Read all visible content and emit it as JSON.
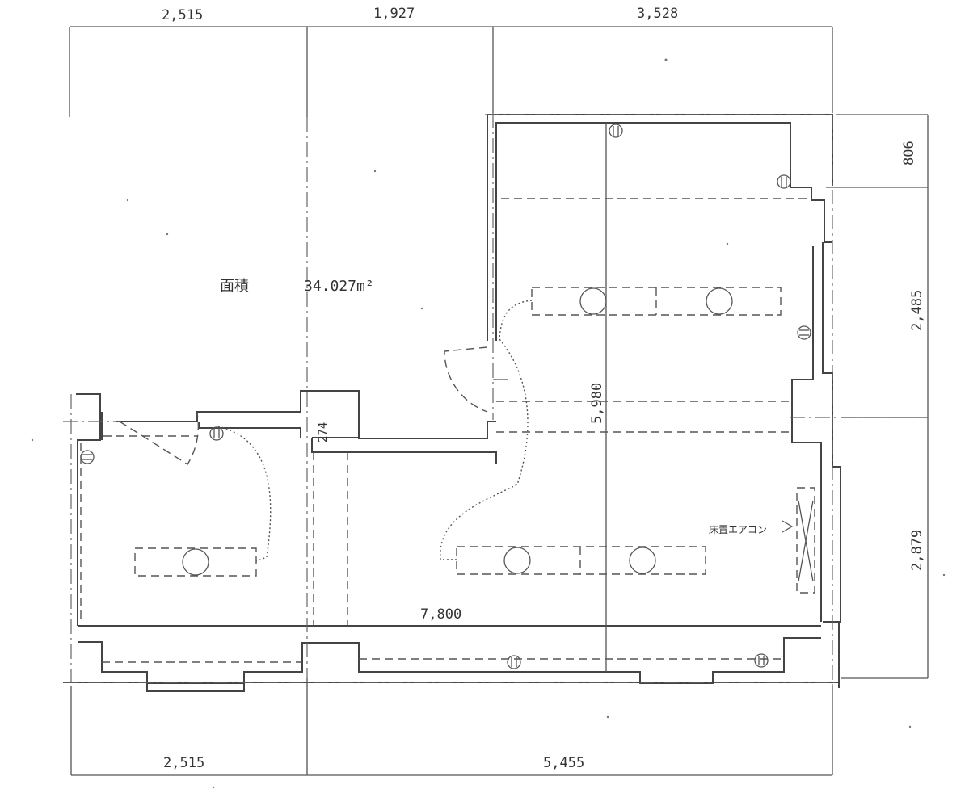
{
  "dimensions": {
    "top": [
      "2,515",
      "1,927",
      "3,528"
    ],
    "bottom": [
      "2,515",
      "5,455"
    ],
    "right": [
      "806",
      "2,485",
      "2,879"
    ],
    "interior_height": "5,980",
    "interior_width": "7,800",
    "small_offset": "274"
  },
  "area": {
    "label": "面積",
    "value": "34.027m²"
  },
  "annotations": {
    "floor_aircon": "床置エアコン"
  }
}
